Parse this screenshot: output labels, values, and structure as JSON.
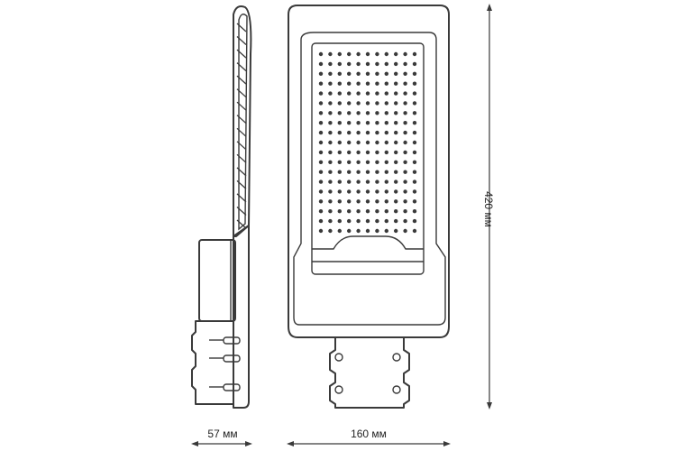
{
  "dimensions": {
    "depth_label": "57 мм",
    "width_label": "160 мм",
    "height_label": "420 мм"
  },
  "led_grid": {
    "columns": 11,
    "rows": 19
  },
  "side_fins": 16,
  "colors": {
    "stroke": "#3a3a3a",
    "background": "#ffffff"
  }
}
